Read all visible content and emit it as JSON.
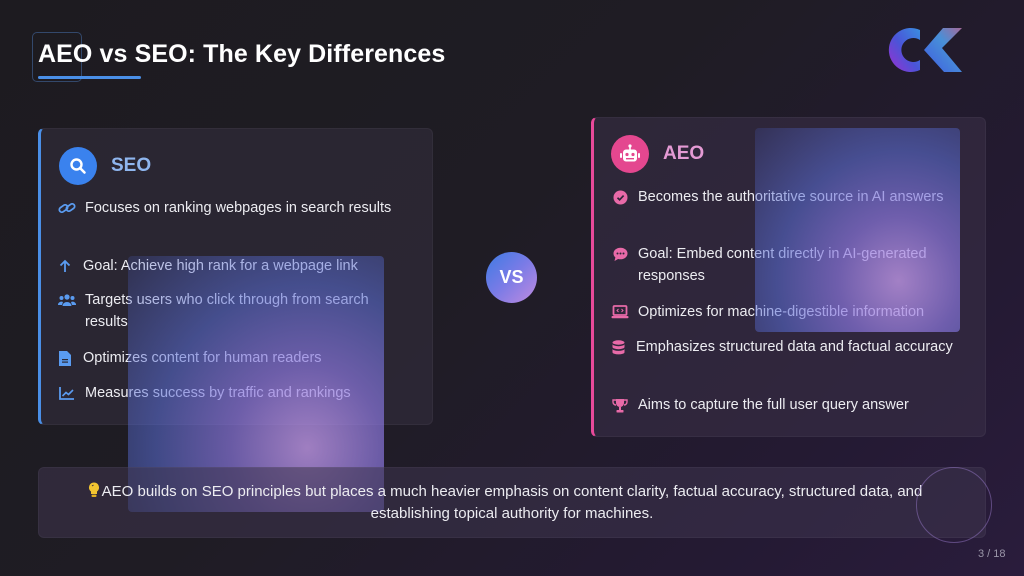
{
  "slide": {
    "title": "AEO vs SEO: The Key Differences",
    "page_indicator": "3 / 18",
    "accent_color": "#4a8fe7"
  },
  "logo": {
    "icon": "ck-logo-icon"
  },
  "seo": {
    "label": "SEO",
    "icon": "search-icon",
    "color": "#4a8fe7",
    "items": [
      {
        "icon": "link-icon",
        "text": "Focuses on ranking webpages in search results"
      },
      {
        "icon": "arrow-up-icon",
        "text": "Goal: Achieve high rank for a webpage link"
      },
      {
        "icon": "users-icon",
        "text": "Targets users who click through from search results"
      },
      {
        "icon": "document-icon",
        "text": "Optimizes content for human readers"
      },
      {
        "icon": "chart-line-icon",
        "text": "Measures success by traffic and rankings"
      }
    ]
  },
  "vs": {
    "label": "VS"
  },
  "aeo": {
    "label": "AEO",
    "icon": "robot-icon",
    "color": "#e84a9a",
    "items": [
      {
        "icon": "check-circle-icon",
        "text": "Becomes the authoritative source in AI answers"
      },
      {
        "icon": "chat-icon",
        "text": "Goal: Embed content directly in AI-generated responses"
      },
      {
        "icon": "laptop-code-icon",
        "text": "Optimizes for machine-digestible information"
      },
      {
        "icon": "database-icon",
        "text": "Emphasizes structured data and factual accuracy"
      },
      {
        "icon": "trophy-icon",
        "text": "Aims to capture the full user query answer"
      }
    ]
  },
  "summary": {
    "icon": "lightbulb-icon",
    "text": "AEO builds on SEO principles but places a much heavier emphasis on content clarity, factual accuracy, structured data, and establishing topical authority for machines."
  }
}
